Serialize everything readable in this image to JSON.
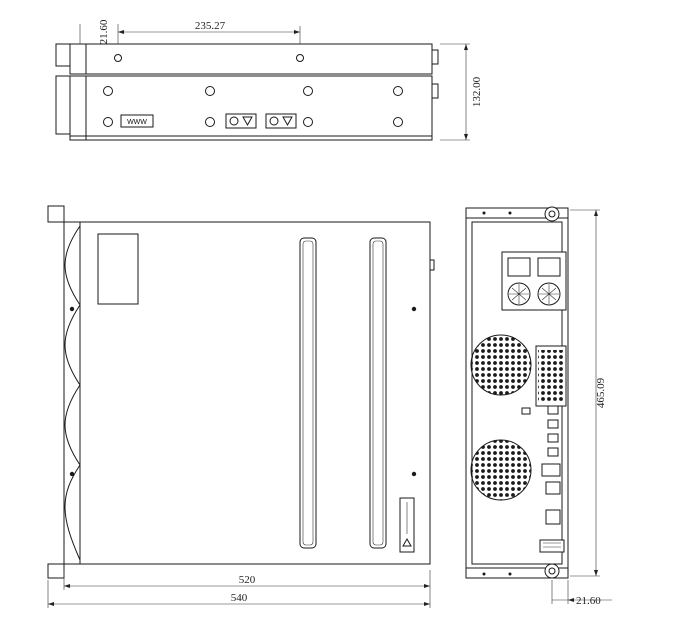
{
  "dimensions": {
    "top_edge_offset": "21.60",
    "top_screw_spacing": "235.27",
    "front_height": "132.00",
    "body_depth": "520",
    "overall_depth": "540",
    "rear_height": "465.09",
    "rear_bottom_offset": "21.60"
  },
  "labels": {
    "front_badge": "WWW"
  }
}
